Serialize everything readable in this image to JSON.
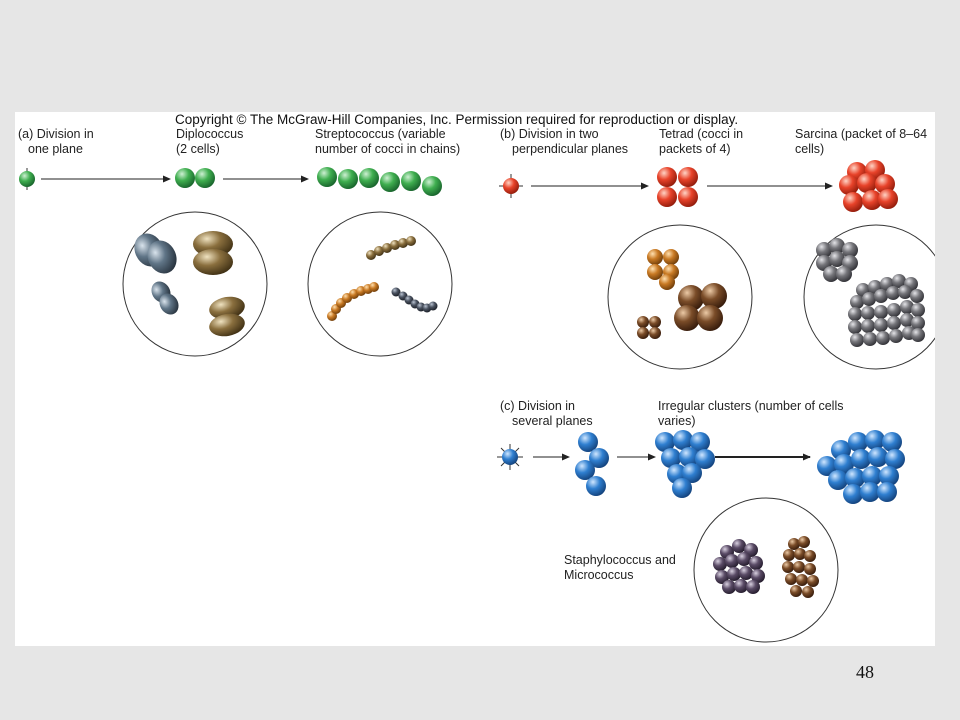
{
  "copyright": "Copyright © The McGraw-Hill Companies, Inc. Permission required for reproduction or display.",
  "page_number": "48",
  "colors": {
    "green": "#3fae4f",
    "red": "#e8432a",
    "blue": "#2f7fd0",
    "steel": "#607587",
    "bronze": "#8a6f3e",
    "orange": "#c97a24",
    "purple": "#5a4b66",
    "brown": "#7a4c28",
    "gray": "#75757a"
  },
  "panel_a": {
    "label": [
      "(a) Division in",
      "one plane"
    ],
    "diplococcus": [
      "Diplococcus",
      "(2 cells)"
    ],
    "streptococcus": [
      "Streptococcus (variable",
      "number of cocci in chains)"
    ]
  },
  "panel_b": {
    "label": [
      "(b) Division in two",
      "perpendicular planes"
    ],
    "tetrad": [
      "Tetrad (cocci in",
      "packets of 4)"
    ],
    "sarcina": [
      "Sarcina (packet of 8–64",
      "cells)"
    ]
  },
  "panel_c": {
    "label": [
      "(c) Division in",
      "several planes"
    ],
    "clusters": [
      "Irregular clusters (number of cells",
      "varies)"
    ],
    "staph": [
      "Staphylococcus and",
      "Micrococcus"
    ]
  }
}
